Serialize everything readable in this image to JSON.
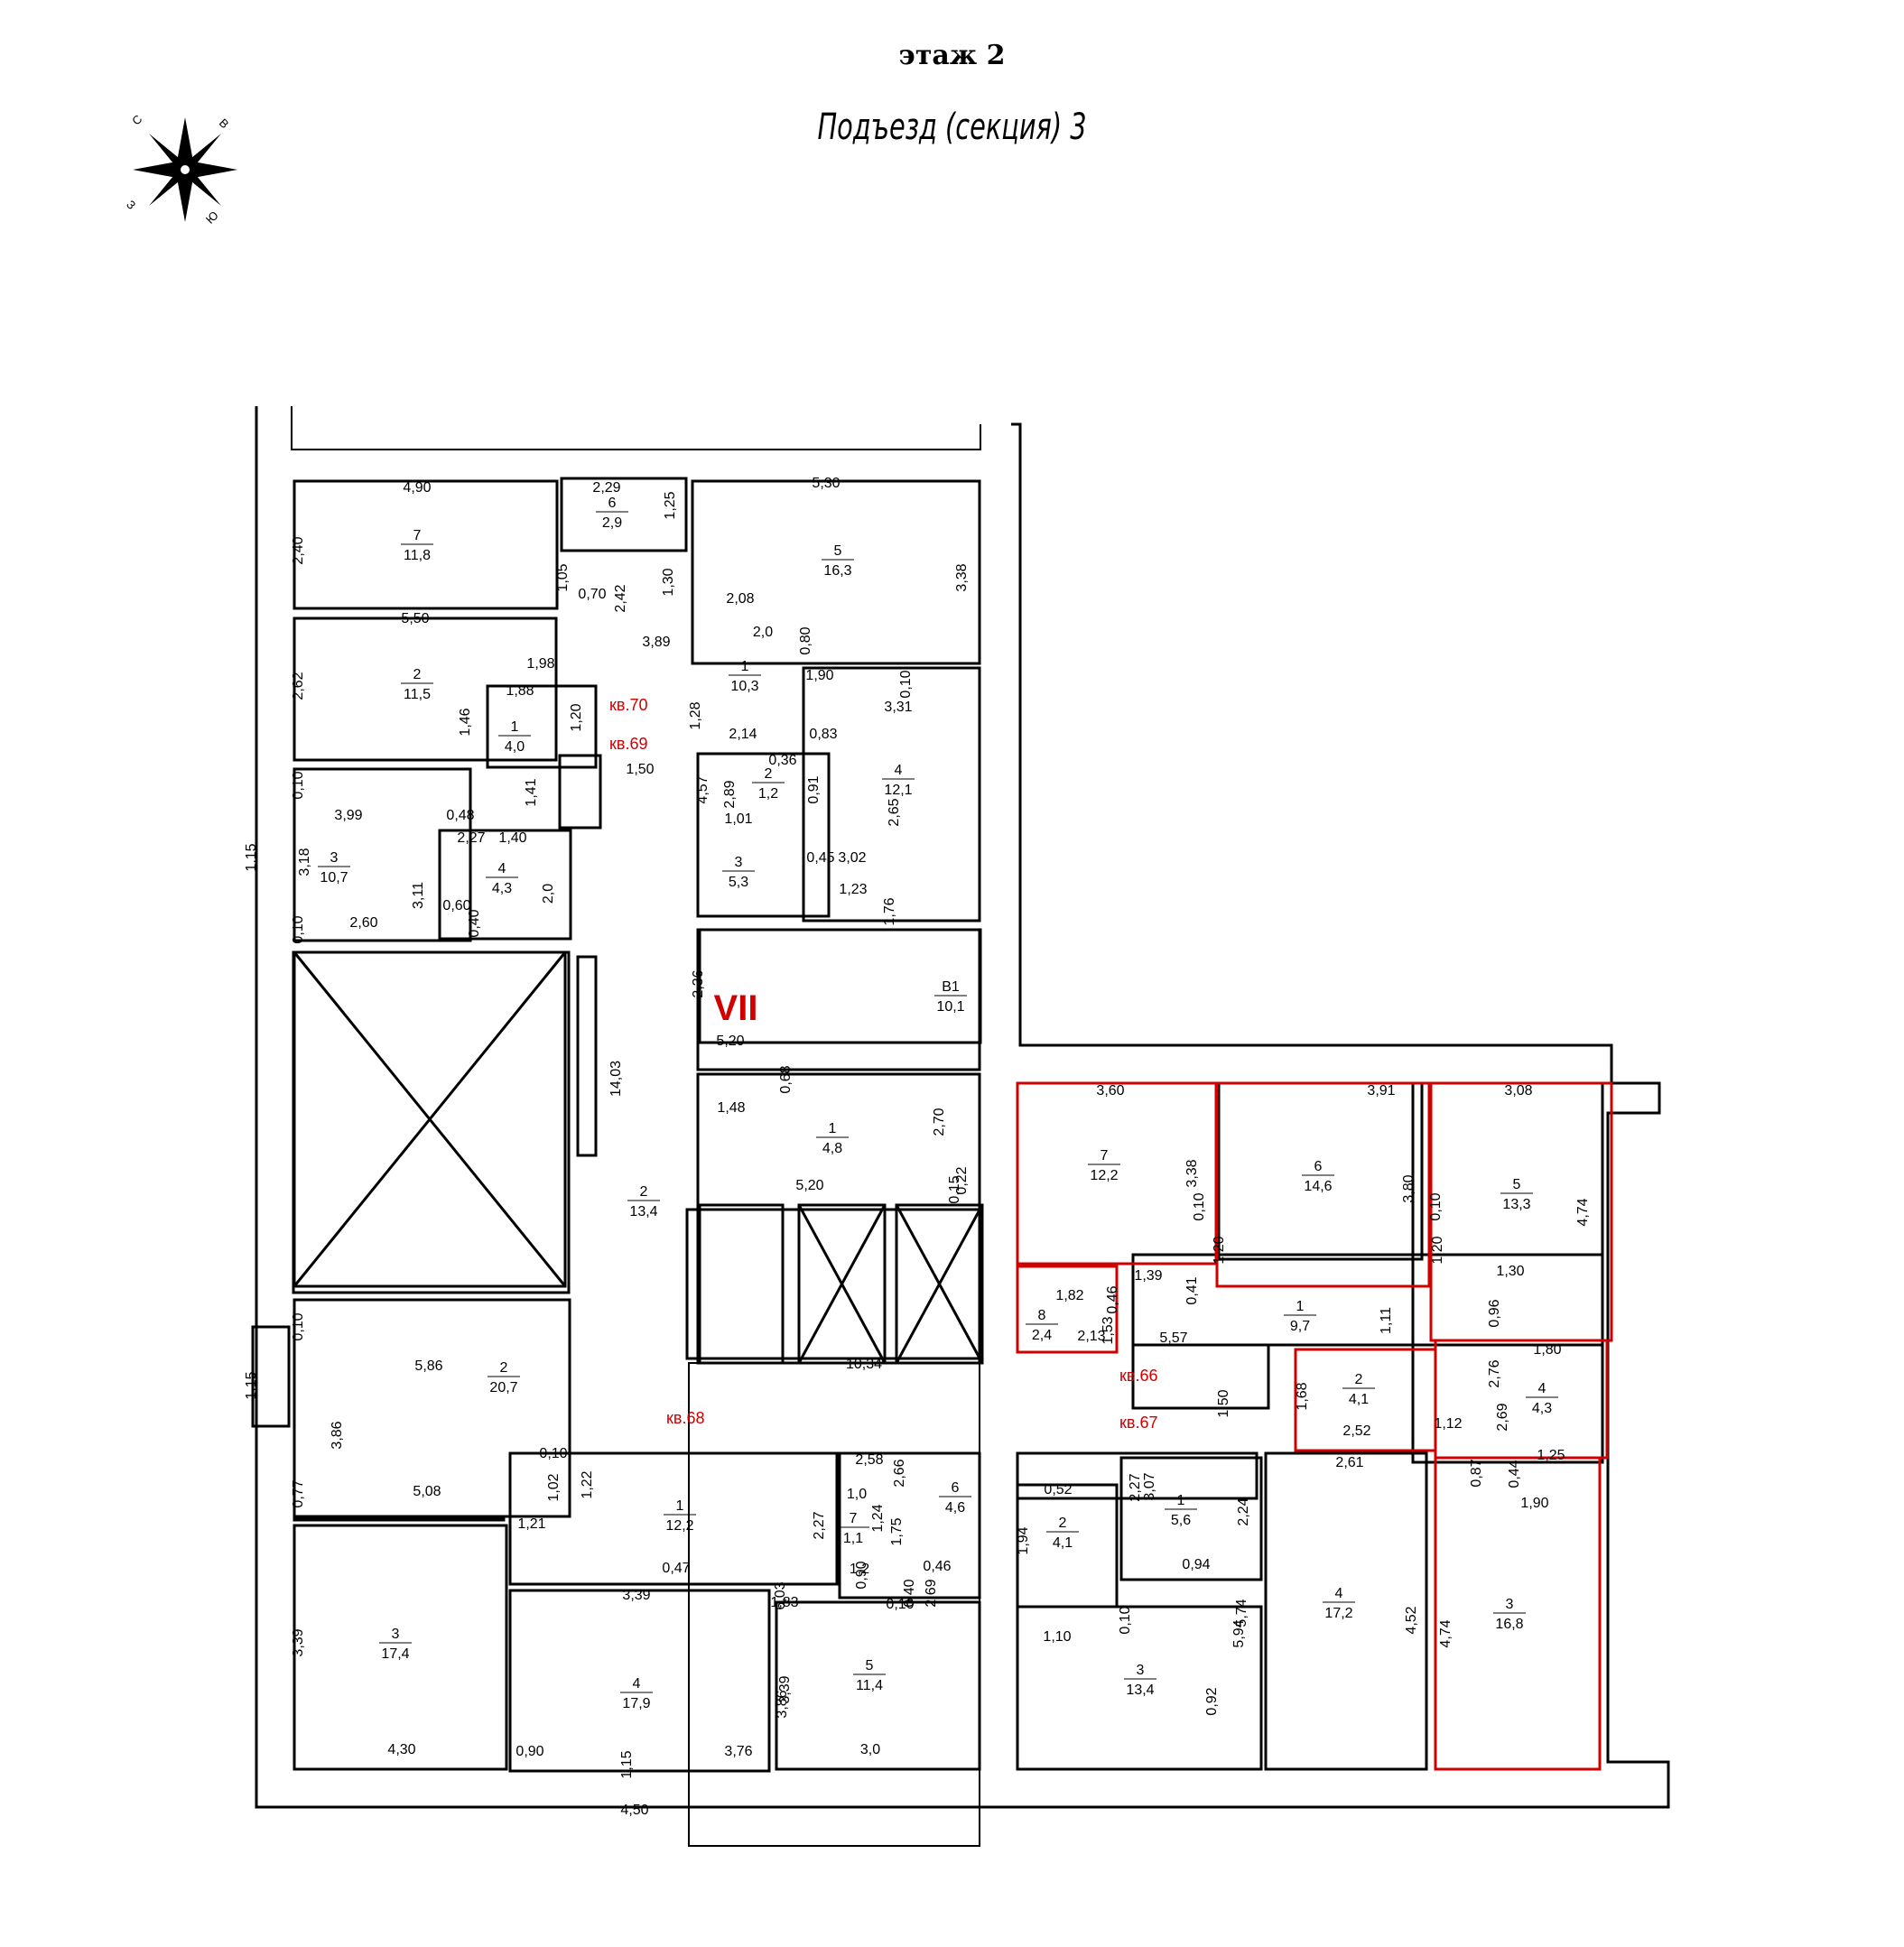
{
  "floor_title": "этаж 2",
  "section_title": "Подъезд (секция) 3",
  "compass": {
    "n": "С",
    "e": "В",
    "s": "Ю",
    "w": "З"
  },
  "colors": {
    "highlight": "#d00000",
    "line": "#000000"
  },
  "apartments": [
    {
      "id": "kv70",
      "label": "кв.70"
    },
    {
      "id": "kv69",
      "label": "кв.69"
    },
    {
      "id": "kv68",
      "label": "кв.68"
    },
    {
      "id": "kv67",
      "label": "кв.67"
    },
    {
      "id": "kv66",
      "label": "кв.66"
    }
  ],
  "stair_label": "VII",
  "rooms": [
    {
      "num": "7",
      "area": "11,8"
    },
    {
      "num": "6",
      "area": "2,9"
    },
    {
      "num": "5",
      "area": "16,3"
    },
    {
      "num": "2",
      "area": "11,5"
    },
    {
      "num": "1",
      "area": "4,0"
    },
    {
      "num": "1",
      "area": "10,3"
    },
    {
      "num": "4",
      "area": "12,1"
    },
    {
      "num": "3",
      "area": "10,7"
    },
    {
      "num": "4",
      "area": "4,3"
    },
    {
      "num": "3",
      "area": "5,3"
    },
    {
      "num": "2",
      "area": "1,2"
    },
    {
      "num": "В1",
      "area": "10,1"
    },
    {
      "num": "1",
      "area": "4,8"
    },
    {
      "num": "2",
      "area": "13,4"
    },
    {
      "num": "2",
      "area": "20,7"
    },
    {
      "num": "7",
      "area": "12,2"
    },
    {
      "num": "6",
      "area": "14,6"
    },
    {
      "num": "5",
      "area": "13,3"
    },
    {
      "num": "8",
      "area": "2,4"
    },
    {
      "num": "1",
      "area": "9,7"
    },
    {
      "num": "2",
      "area": "4,1"
    },
    {
      "num": "4",
      "area": "4,3"
    },
    {
      "num": "1",
      "area": "12,2"
    },
    {
      "num": "6",
      "area": "4,6"
    },
    {
      "num": "7",
      "area": "1,1"
    },
    {
      "num": "2",
      "area": "4,1"
    },
    {
      "num": "1",
      "area": "5,6"
    },
    {
      "num": "4",
      "area": "17,2"
    },
    {
      "num": "3",
      "area": "16,8"
    },
    {
      "num": "3",
      "area": "17,4"
    },
    {
      "num": "4",
      "area": "17,9"
    },
    {
      "num": "5",
      "area": "11,4"
    },
    {
      "num": "3",
      "area": "13,4"
    }
  ],
  "dims": [
    "4,90",
    "2,40",
    "2,29",
    "1,25",
    "5,30",
    "3,38",
    "5,50",
    "2,62",
    "1,98",
    "1,05",
    "0,70",
    "2,42",
    "1,30",
    "3,89",
    "2,08",
    "2,0",
    "0,80",
    "1,88",
    "1,46",
    "1,20",
    "1,90",
    "0,10",
    "3,31",
    "0,83",
    "1,28",
    "2,14",
    "0,36",
    "0,91",
    "2,89",
    "1,01",
    "2,65",
    "1,76",
    "3,02",
    "4,57",
    "0,45",
    "1,23",
    "0,10",
    "3,99",
    "3,18",
    "1,15",
    "0,48",
    "1,40",
    "1,41",
    "2,27",
    "3,11",
    "2,0",
    "0,60",
    "0,40",
    "0,10",
    "2,60",
    "1,50",
    "2,36",
    "5,20",
    "14,03",
    "0,68",
    "1,48",
    "2,70",
    "5,20",
    "0,22",
    "0,15",
    "0,10",
    "1,15",
    "3,86",
    "5,86",
    "0,10",
    "0,77",
    "1,02",
    "5,08",
    "10,34",
    "1,50",
    "3,60",
    "3,38",
    "3,91",
    "3,80",
    "0,10",
    "1,20",
    "3,08",
    "4,74",
    "0,10",
    "1,20",
    "1,82",
    "0,46",
    "1,39",
    "0,41",
    "1,30",
    "0,96",
    "2,13",
    "1,53",
    "5,57",
    "1,11",
    "2,76",
    "1,80",
    "1,68",
    "2,52",
    "2,69",
    "1,12",
    "0,87",
    "0,44",
    "1,25",
    "1,90",
    "2,58",
    "1,0",
    "2,66",
    "1,22",
    "1,21",
    "2,27",
    "1,75",
    "1,24",
    "0,90",
    "1,2",
    "0,46",
    "2,69",
    "0,40",
    "0,10",
    "6,03",
    "1,83",
    "0,47",
    "0,52",
    "2,27",
    "3,07",
    "2,24",
    "2,61",
    "1,94",
    "0,94",
    "1,10",
    "0,10",
    "5,74",
    "5,94",
    "4,52",
    "4,74",
    "3,39",
    "3,39",
    "3,39",
    "3,86",
    "0,92",
    "4,30",
    "0,90",
    "1,15",
    "3,76",
    "4,50",
    "3,0"
  ]
}
